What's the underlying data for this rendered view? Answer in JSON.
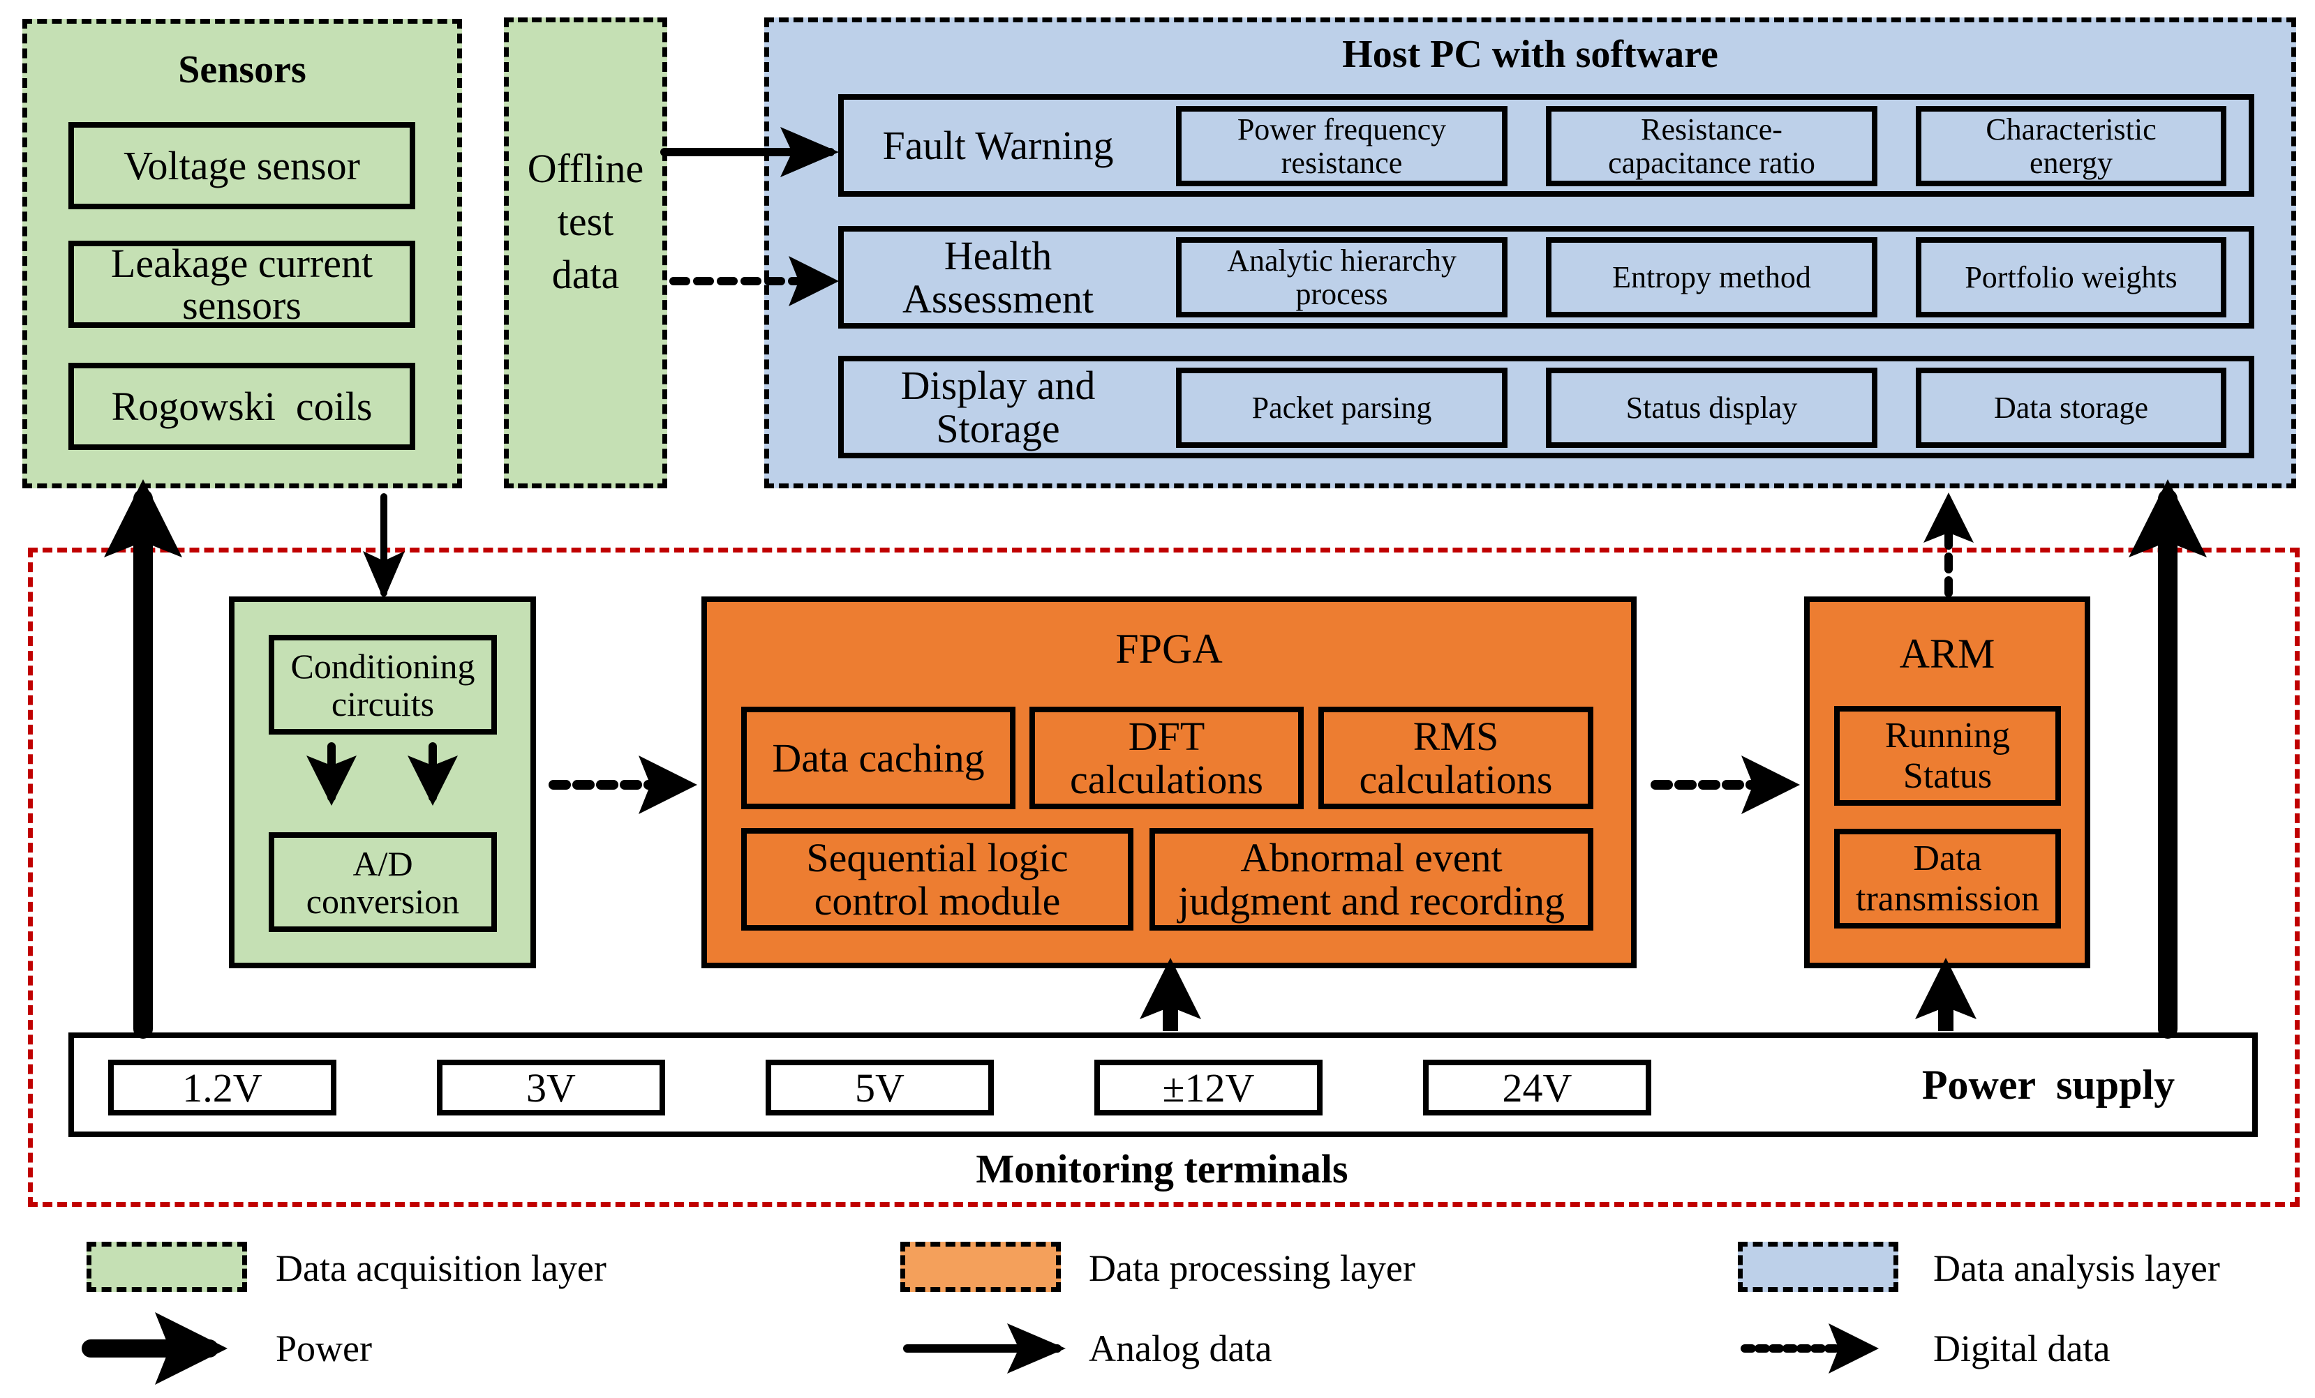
{
  "colors": {
    "acquisition": "#C5E0B4",
    "processing": "#ED7D31",
    "processing_legend": "#F4A05B",
    "analysis": "#BDD0E9",
    "terminal_border": "#C00000"
  },
  "sensors": {
    "title": "Sensors",
    "items": [
      "Voltage sensor",
      "Leakage current sensors",
      "Rogowski  coils"
    ]
  },
  "offline": {
    "lines": [
      "Offline",
      "test",
      "data"
    ]
  },
  "host": {
    "title": "Host PC with software",
    "rows": [
      {
        "label_lines": [
          "Fault Warning"
        ],
        "items": [
          [
            "Power frequency",
            "resistance"
          ],
          [
            "Resistance-",
            "capacitance ratio"
          ],
          [
            "Characteristic",
            "energy"
          ]
        ]
      },
      {
        "label_lines": [
          "Health",
          "Assessment"
        ],
        "items": [
          [
            "Analytic hierarchy",
            "process"
          ],
          [
            "Entropy method"
          ],
          [
            "Portfolio weights"
          ]
        ]
      },
      {
        "label_lines": [
          "Display and",
          "Storage"
        ],
        "items": [
          [
            "Packet parsing"
          ],
          [
            "Status display"
          ],
          [
            "Data storage"
          ]
        ]
      }
    ]
  },
  "conditioning": {
    "cond_lines": [
      "Conditioning",
      "circuits"
    ],
    "ad_lines": [
      "A/D",
      "conversion"
    ]
  },
  "fpga": {
    "title": "FPGA",
    "modules": [
      [
        "Data caching"
      ],
      [
        "DFT",
        "calculations"
      ],
      [
        "RMS",
        "calculations"
      ],
      [
        "Sequential logic",
        "control module"
      ],
      [
        "Abnormal event",
        "judgment and recording"
      ]
    ]
  },
  "arm": {
    "title": "ARM",
    "modules": [
      [
        "Running",
        "Status"
      ],
      [
        "Data",
        "transmission"
      ]
    ]
  },
  "power": {
    "voltages": [
      "1.2V",
      "3V",
      "5V",
      "±12V",
      "24V"
    ],
    "label": "Power  supply"
  },
  "terminal_label": "Monitoring terminals",
  "legend": {
    "layers": [
      "Data acquisition layer",
      "Data processing layer",
      "Data analysis layer"
    ],
    "arrows": [
      "Power",
      "Analog data",
      "Digital data"
    ]
  }
}
